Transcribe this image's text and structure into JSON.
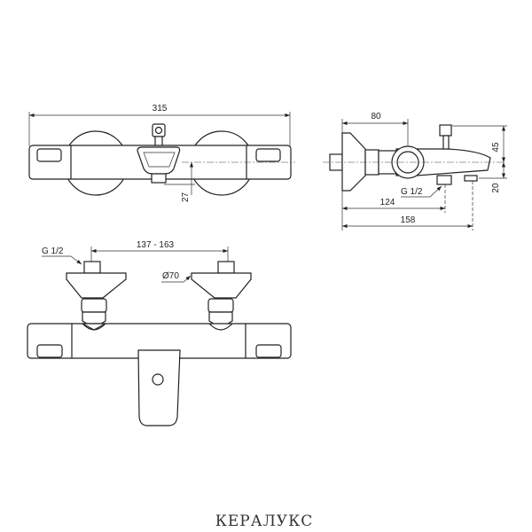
{
  "top_view": {
    "width_dim": "315",
    "offset_dim": "27"
  },
  "side_view": {
    "depth_dim": "80",
    "upper_dim": "45",
    "lower_dim": "20",
    "outlet_dim": "124",
    "spout_dim": "158",
    "thread_label": "G 1/2"
  },
  "front_view": {
    "spacing_dim": "137 - 163",
    "thread_label": "G 1/2",
    "flange_label": "Ø70"
  },
  "logo": {
    "text": "КЕРАЛУКС"
  }
}
